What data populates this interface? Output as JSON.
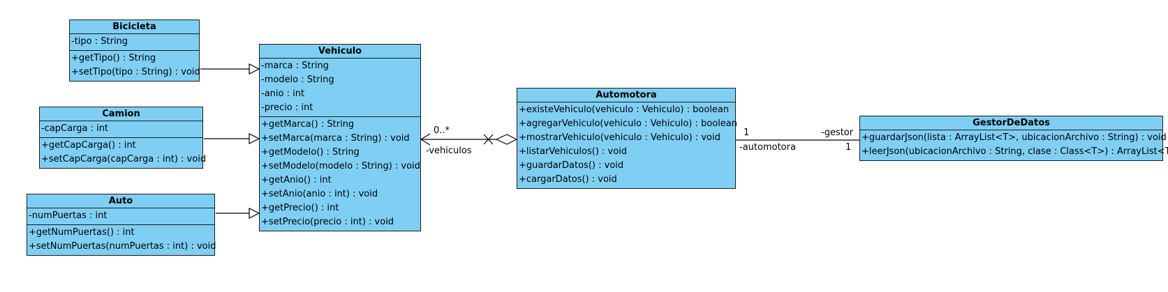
{
  "classes": {
    "bicicleta": {
      "name": "Bicicleta",
      "attributes": [
        "-tipo : String"
      ],
      "operations": [
        "+getTipo() : String",
        "+setTipo(tipo : String) : void"
      ]
    },
    "camion": {
      "name": "Camion",
      "attributes": [
        "-capCarga : int"
      ],
      "operations": [
        "+getCapCarga() : int",
        "+setCapCarga(capCarga : int) : void"
      ]
    },
    "auto": {
      "name": "Auto",
      "attributes": [
        "-numPuertas : int"
      ],
      "operations": [
        "+getNumPuertas() : int",
        "+setNumPuertas(numPuertas : int) : void"
      ]
    },
    "vehiculo": {
      "name": "Vehiculo",
      "attributes": [
        "-marca : String",
        "-modelo : String",
        "-anio : int",
        "-precio : int"
      ],
      "operations": [
        "+getMarca() : String",
        "+setMarca(marca : String) : void",
        "+getModelo() : String",
        "+setModelo(modelo : String) : void",
        "+getAnio() : int",
        "+setAnio(anio : int) : void",
        "+getPrecio() : int",
        "+setPrecio(precio : int) : void"
      ]
    },
    "automotora": {
      "name": "Automotora",
      "attributes": [],
      "operations": [
        "+existeVehiculo(vehiculo : Vehiculo) : boolean",
        "+agregarVehiculo(vehiculo : Vehiculo) : boolean",
        "+mostrarVehiculo(vehiculo : Vehiculo) : void",
        "+listarVehiculos() : void",
        "+guardarDatos() : void",
        "+cargarDatos() : void"
      ]
    },
    "gestor": {
      "name": "GestorDeDatos",
      "attributes": [],
      "operations": [
        "+guardarJson(lista : ArrayList<T>, ubicacionArchivo : String) : void",
        "+leerJson(ubicacionArchivo : String, clase : Class<T>) : ArrayList<T>"
      ]
    }
  },
  "relations": {
    "aggregation": {
      "multiplicity": "0..*",
      "role": "-vehiculos"
    },
    "association": {
      "mult_left": "1",
      "role_left": "-automotora",
      "role_right": "-gestor",
      "mult_right": "1"
    }
  }
}
